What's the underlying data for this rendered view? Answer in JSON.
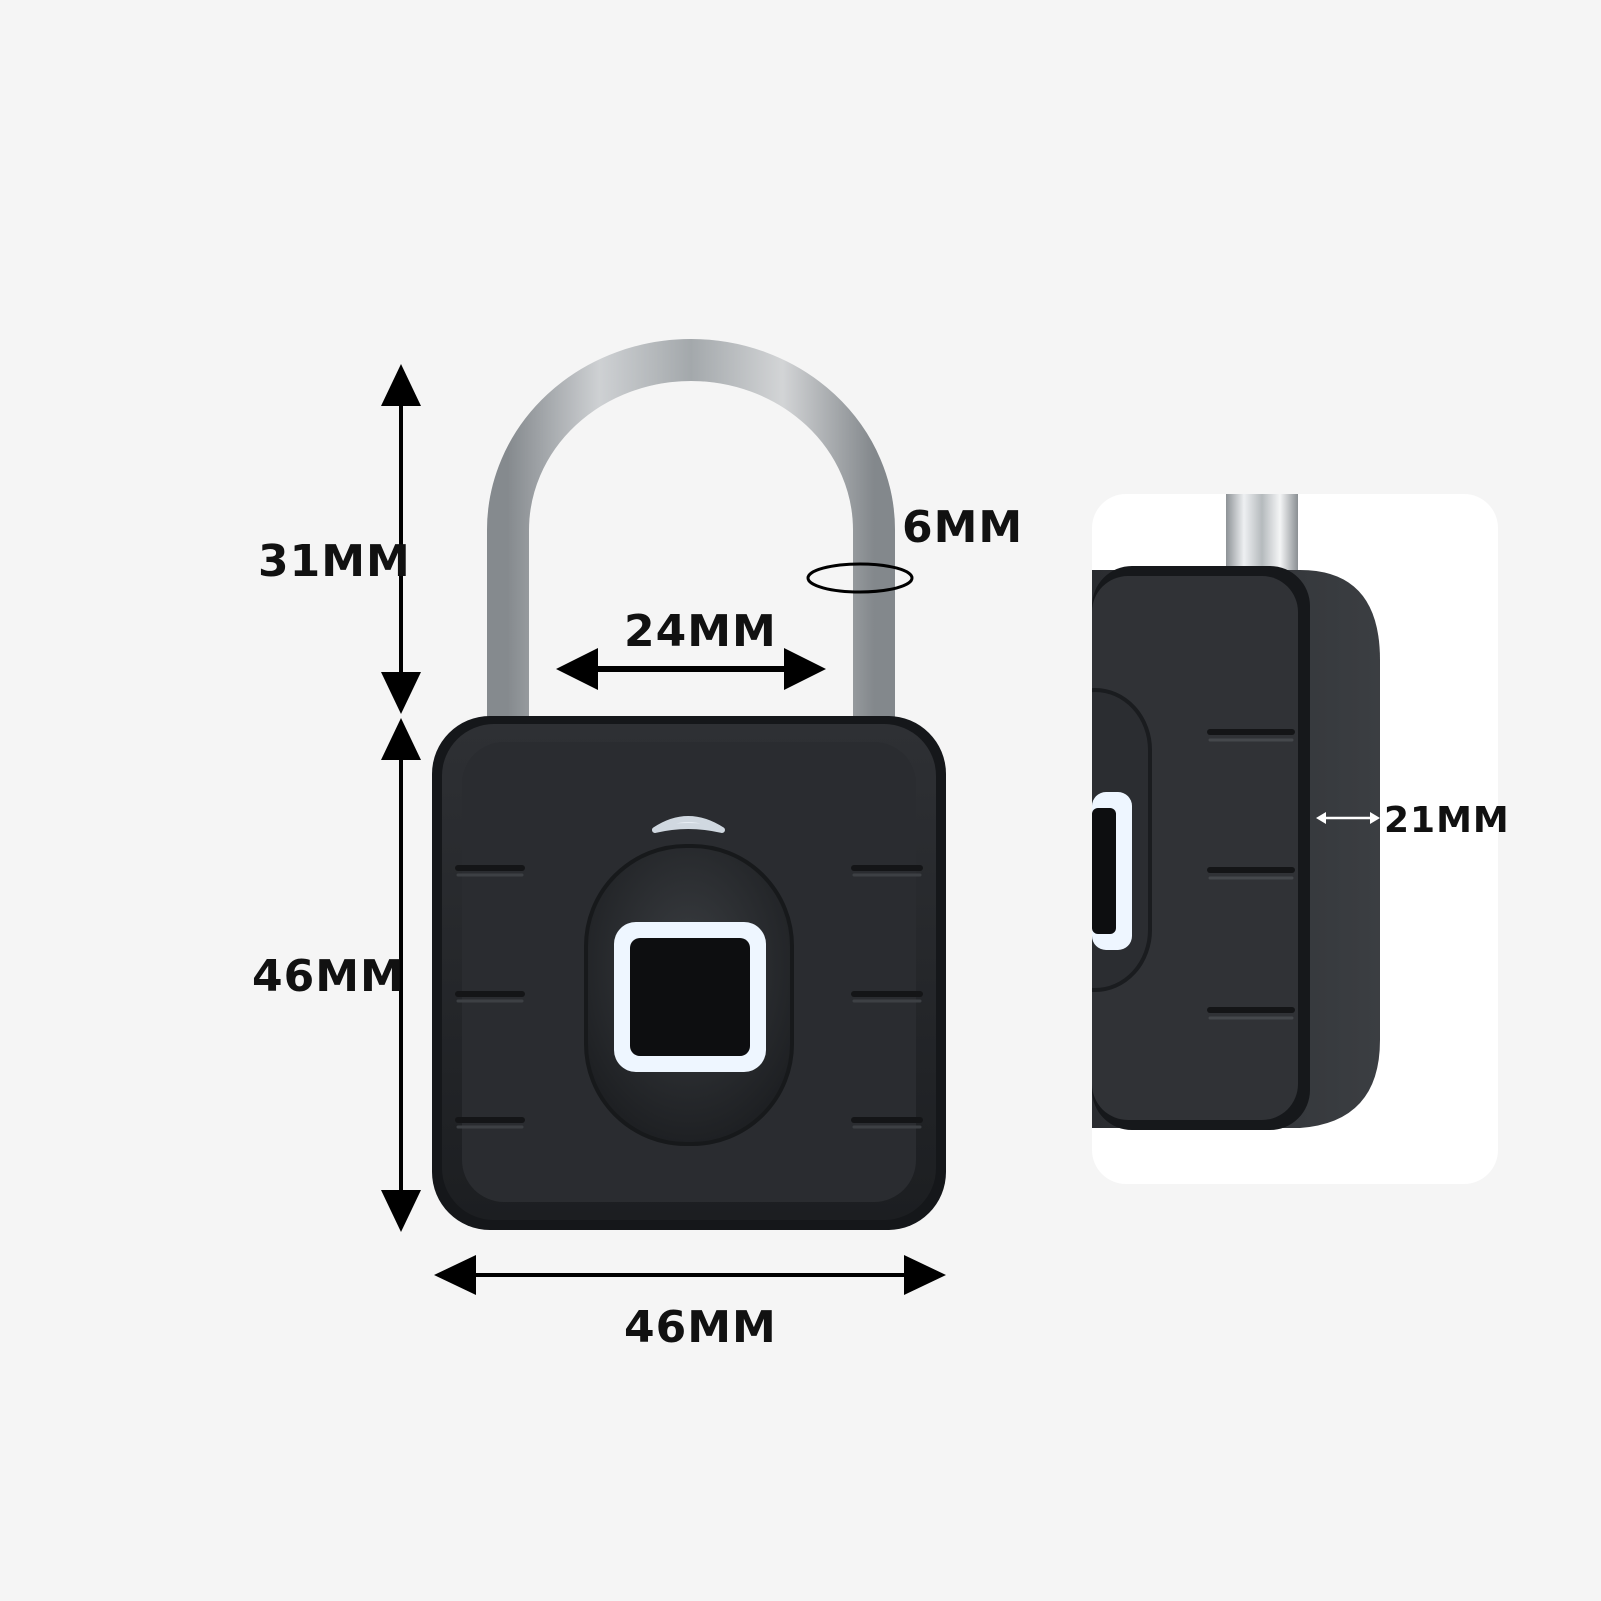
{
  "dimensions": {
    "shackle_height": "31MM",
    "shackle_diameter": "6MM",
    "shackle_inner_width": "24MM",
    "body_height": "46MM",
    "body_width": "46MM",
    "body_thickness": "21MM"
  },
  "colors": {
    "background": "#f5f5f5",
    "inset_panel": "#ffffff",
    "lock_body": "#25272a",
    "lock_body_edge": "#15171a",
    "sensor_ring": "#eef6ff",
    "shackle_metal": "#c8ccd0",
    "arrow": "#000000"
  },
  "icons": [
    "padlock-front-view",
    "padlock-side-view",
    "fingerprint-sensor",
    "led-indicator"
  ]
}
